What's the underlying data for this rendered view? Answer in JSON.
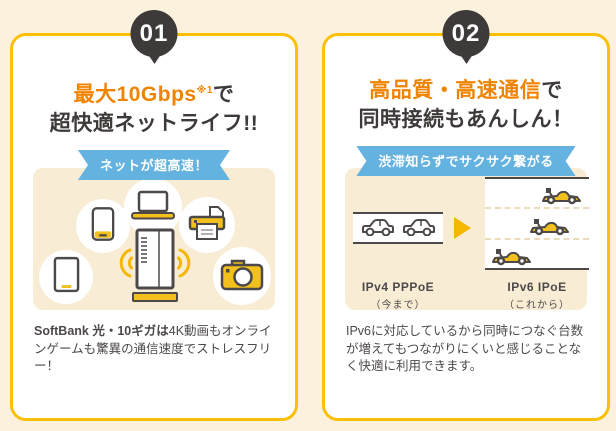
{
  "colors": {
    "page_background": "#fcf1dc",
    "card_border_gold": "#f9c006",
    "accent_orange": "#f08300",
    "ribbon_blue": "#64b2e0",
    "badge_dark": "#3e3a39",
    "text_dark": "#4c4948",
    "icon_yellow": "#f2c11e",
    "panel_cream": "#f8ecd5"
  },
  "cards": [
    {
      "badge": "01",
      "heading": {
        "accent": "最大10Gbps",
        "sup": "※1",
        "suffix": "で",
        "line2": "超快適ネットライフ!!"
      },
      "ribbon": "ネットが超高速！",
      "body": {
        "bold": "SoftBank 光・10ギガは",
        "rest": "4K動画もオンラインゲームも驚異の通信速度でストレスフリー！"
      },
      "illustration_icons": [
        "smartphone",
        "laptop",
        "printer",
        "tablet",
        "camera",
        "wifi-router"
      ]
    },
    {
      "badge": "02",
      "heading": {
        "accent": "高品質・高速通信",
        "suffix": "で",
        "line2": "同時接続もあんしん！"
      },
      "ribbon": "渋滞知らずでサクサク繋がる",
      "body": {
        "rest": "IPv6に対応しているから同時につなぐ台数が増えてもつながりにくいと感じることなく快適に利用できます。"
      },
      "diagram": {
        "before_label": "IPv4 PPPoE",
        "before_sublabel": "（今まで）",
        "after_label": "IPv6 IPoE",
        "after_sublabel": "（これから）",
        "illustration_icons": [
          "car",
          "car",
          "arrow-right",
          "race-car",
          "race-car",
          "race-car"
        ]
      }
    }
  ]
}
